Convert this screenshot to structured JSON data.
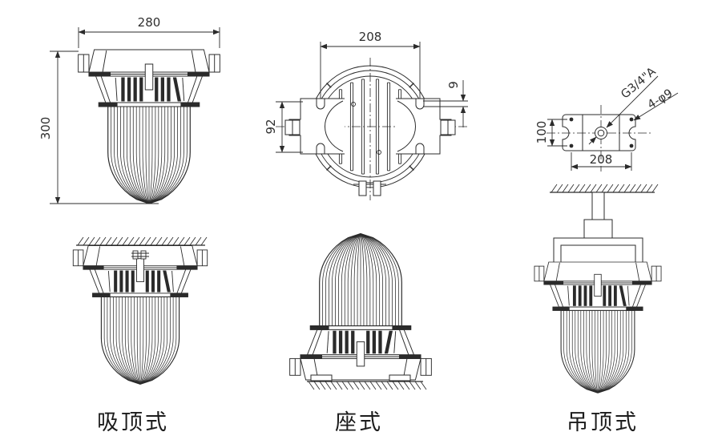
{
  "page": {
    "background": "#ffffff",
    "line_color": "#2b2b2b",
    "text_color": "#1c1c1c"
  },
  "views": {
    "ceiling_side": {
      "name": "吸顶式",
      "dim_width": "280",
      "dim_height": "300"
    },
    "top_view": {
      "dim_width": "208",
      "dim_mount": "92",
      "dim_lip": "9"
    },
    "mounting_plate": {
      "label_thread": "G3/4\"A",
      "label_holes": "4-φ9",
      "dim_holes_h": "208",
      "dim_holes_v": "100"
    },
    "base_mounted": {
      "name": "座式"
    },
    "pendant": {
      "name": "吊顶式"
    }
  }
}
